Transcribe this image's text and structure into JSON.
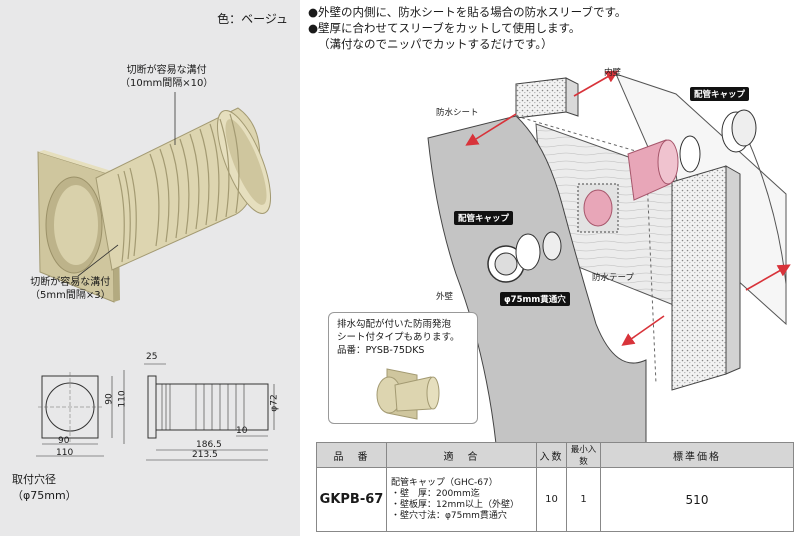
{
  "left": {
    "color_label": "色：ベージュ",
    "callout_10mm": [
      "切断が容易な溝付",
      "（10mm間隔×10）"
    ],
    "callout_5mm": [
      "切断が容易な溝付",
      "（5mm間隔×3）"
    ],
    "dims": {
      "d25": "25",
      "d90_front": "90",
      "d110_front": "110",
      "d90_side": "90",
      "d110_side": "110",
      "d72": "φ72",
      "d10": "10",
      "d186": "186.5",
      "d213": "213.5"
    },
    "mount_hole": [
      "取付穴径",
      "（φ75mm）"
    ]
  },
  "bullets": [
    "●外壁の内側に、防水シートを貼る場合の防水スリーブです。",
    "●壁厚に合わせてスリーブをカットして使用します。",
    "（溝付なのでニッパでカットするだけです。）"
  ],
  "illustration": {
    "inner_wall": "内壁",
    "waterproof_sheet": "防水シート",
    "pipe_cap_top": "配管キャップ",
    "pipe_cap_left": "配管キャップ",
    "waterproof_tape": "防水テープ",
    "outer_wall": "外壁",
    "hole": "φ75mm貫通穴"
  },
  "note": {
    "lines": [
      "排水勾配が付いた防雨発泡",
      "シート付タイプもあります。",
      "品番：PYSB-75DKS"
    ]
  },
  "table": {
    "headers": [
      "品　番",
      "適　合",
      "入数",
      "最小入数",
      "標準価格"
    ],
    "row": {
      "code": "GKPB-67",
      "compat": [
        "配管キャップ（GHC-67）",
        "・壁　厚：200mm迄",
        "・壁板厚：12mm以上（外壁）",
        "・壁穴寸法：φ75mm貫通穴"
      ],
      "qty": "10",
      "min_qty": "1",
      "price": "510"
    }
  },
  "colors": {
    "beige": "#ddd5b0",
    "beige_dark": "#b8ad82",
    "panel_bg": "#e8e8e9",
    "header_bg": "#d6d6d6",
    "arrow_red": "#d8333a",
    "pink": "#e8a6b8"
  }
}
